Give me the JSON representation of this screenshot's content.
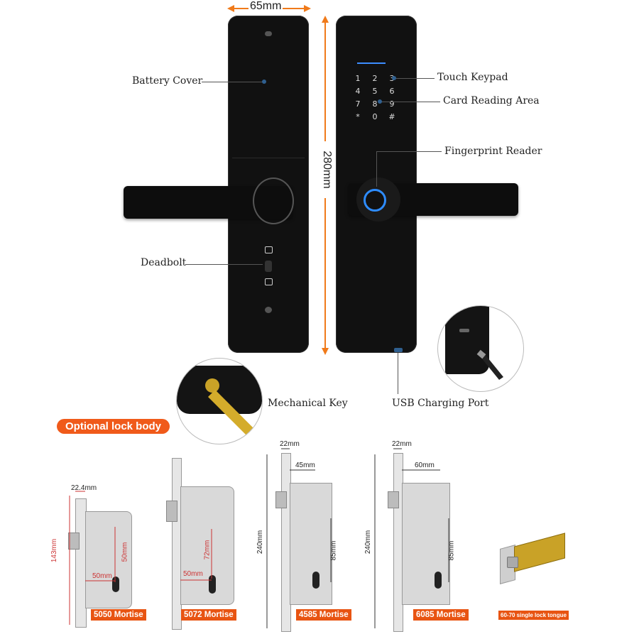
{
  "dimensions": {
    "width_label": "65mm",
    "height_label": "280mm"
  },
  "callouts": {
    "battery_cover": "Battery Cover",
    "touch_keypad": "Touch Keypad",
    "card_reading_area": "Card Reading Area",
    "fingerprint_reader": "Fingerprint Reader",
    "deadbolt": "Deadbolt",
    "mechanical_key": "Mechanical Key",
    "usb_charging_port": "USB Charging Port"
  },
  "keypad": {
    "keys": [
      "1",
      "2",
      "3",
      "4",
      "5",
      "6",
      "7",
      "8",
      "9",
      "*",
      "0",
      "#"
    ]
  },
  "optional_section": {
    "title": "Optional lock body"
  },
  "mortises": [
    {
      "label": "5050 Mortise",
      "width": "22.4mm",
      "height": "143mm",
      "v_dim": "50mm",
      "h_dim": "50mm"
    },
    {
      "label": "5072 Mortise",
      "v_dim": "72mm",
      "h_dim": "50mm"
    },
    {
      "label": "4585 Mortise",
      "width": "22mm",
      "height": "240mm",
      "h_dim": "45mm",
      "v_dim": "85mm"
    },
    {
      "label": "6085 Mortise",
      "width": "22mm",
      "height": "240mm",
      "h_dim": "60mm",
      "v_dim": "85mm"
    },
    {
      "label": "60-70 single lock tongue"
    }
  ],
  "colors": {
    "accent": "#f05a1a",
    "lock_body": "#111111",
    "fingerprint_ring": "#2e8cff",
    "dimension_arrow": "#f07a1a"
  }
}
